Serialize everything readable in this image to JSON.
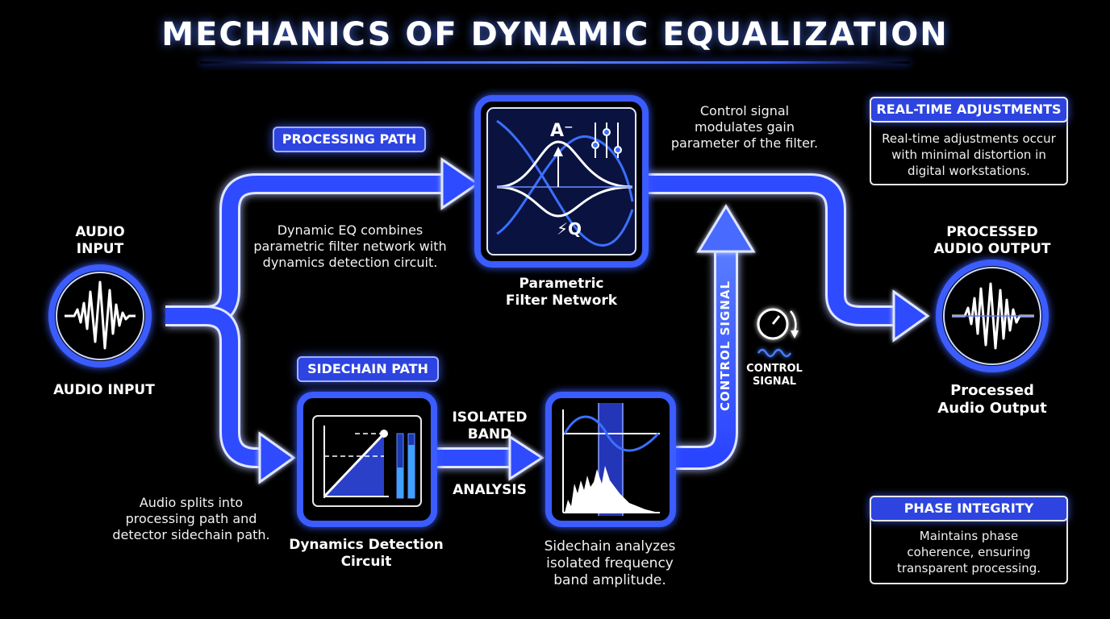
{
  "title": "MECHANICS OF DYNAMIC EQUALIZATION",
  "audio_input": {
    "top_label": "AUDIO\nINPUT",
    "bottom_label": "AUDIO INPUT"
  },
  "processed_output": {
    "top_label": "PROCESSED\nAUDIO OUTPUT",
    "bottom_label": "Processed\nAudio Output"
  },
  "processing_path_label": "PROCESSING PATH",
  "sidechain_path_label": "SIDECHAIN PATH",
  "parametric_filter": {
    "label": "Parametric\nFilter Network",
    "icon_text_a": "A⁻",
    "icon_text_q": "⚡Q"
  },
  "dynamics_detection": {
    "label": "Dynamics Detection\nCircuit"
  },
  "isolated_band_label": "ISOLATED\nBAND",
  "analysis_label": "ANALYSIS",
  "control_signal_vertical": "CONTROL SIGNAL",
  "control_signal_icon_label": "CONTROL\nSIGNAL",
  "notes": {
    "dynamic_eq": "Dynamic EQ combines\nparametric filter network with\ndynamics detection circuit.",
    "control_signal": "Control signal\nmodulates gain\nparameter of the filter.",
    "audio_splits": "Audio splits into\nprocessing path and\ndetector sidechain path.",
    "sidechain_analyzes": "Sidechain analyzes\nisolated frequency\nband amplitude."
  },
  "cards": {
    "realtime": {
      "header": "REAL-TIME ADJUSTMENTS",
      "body": "Real-time adjustments occur\nwith minimal distortion in\ndigital workstations."
    },
    "phase": {
      "header": "PHASE INTEGRITY",
      "body": "Maintains phase\ncoherence, ensuring\ntransparent processing."
    }
  },
  "colors": {
    "accent": "#2d44e0",
    "glow": "#3a5cff",
    "path_fill": "#2f4cff",
    "background": "#000000"
  }
}
